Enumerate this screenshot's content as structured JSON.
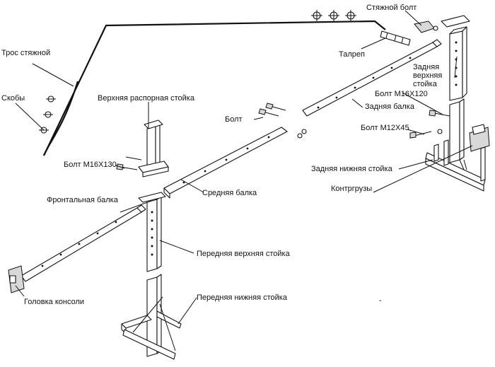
{
  "labels": {
    "tie_bolt": "Стяжной болт",
    "tie_cable": "Трос стяжной",
    "turnbuckle": "Талреп",
    "rear_upper_post": "Задняя\nверхняя\nстойка",
    "clamps": "Скобы",
    "upper_spacer_post": "Верхняя распорная стойка",
    "bolt_m16x120": "Болт M16X120",
    "rear_beam": "Задняя балка",
    "bolt": "Болт",
    "bolt_m12x45": "Болт M12X45",
    "bolt_m16x130": "Болт  M16X130",
    "rear_lower_post": "Задняя нижняя стойка",
    "counterweights": "Контргрузы",
    "front_beam": "Фронтальная балка",
    "middle_beam": "Средняя балка",
    "front_upper_post": "Передняя верхняя стойка",
    "console_head": "Головка консоли",
    "front_lower_post": "Передняя нижняя стойка",
    "stray_mark": "-"
  }
}
